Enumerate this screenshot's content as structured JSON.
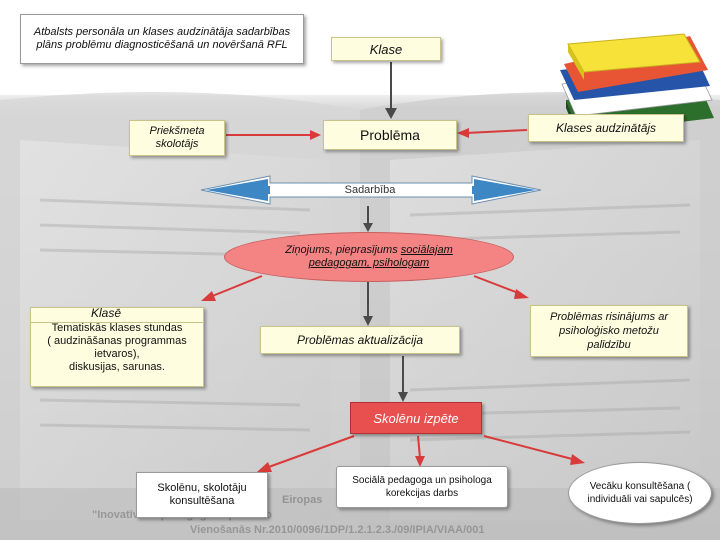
{
  "slide": {
    "title_text": "Atbalsts personāla un klases audzinātāja sadarbības plāns problēmu diagnosticēšanā un novēršanā RFL",
    "klase_box": "Klase",
    "subject_teacher_line1": "Priekšmeta",
    "subject_teacher_line2": "skolotājs",
    "problem_box": "Problēma",
    "class_teacher_box": "Klases audzinātājs",
    "cooperation_label": "Sadarbība",
    "report_part1": "Ziņojums, pieprasījums ",
    "report_part2": "sociālajam pedagogam, psihologam",
    "class_heading": "Klasē",
    "class_line1": "Tematiskās klases stundas",
    "class_line2": "( audzināšanas programmas ietvaros),",
    "class_line3": "diskusijas, sarunas.",
    "actualization_box": "Problēmas aktualizācija",
    "solution_box": "Problēmas risinājums ar psiholoģisko metožu palīdzību",
    "study_box": "Skolēnu izpēte",
    "consult_box": "Skolēnu, skolotāju konsultēšana",
    "correction_box": "Sociālā pedagoga un psihologa korekcijas darbs",
    "parents_box": "Vecāku konsultēšana ( individuāli vai sapulcēs)",
    "watermark_line1": "Eiropas",
    "watermark_line2": "\"Inovatīvu ... pedagogu ... profesio",
    "watermark_line3": "Vienošanās Nr.2010/0096/1DP/1.2.1.2.3./09/IPIA/VIAA/001"
  },
  "colors": {
    "arrow_red": "#d93a3a",
    "arrow_dark": "#4a4a4a",
    "ellipse_pink": "#f48383",
    "red_box": "#e84f4f",
    "cooperation_arrow": "#3d87c4"
  },
  "icons": [
    "books-icon"
  ]
}
